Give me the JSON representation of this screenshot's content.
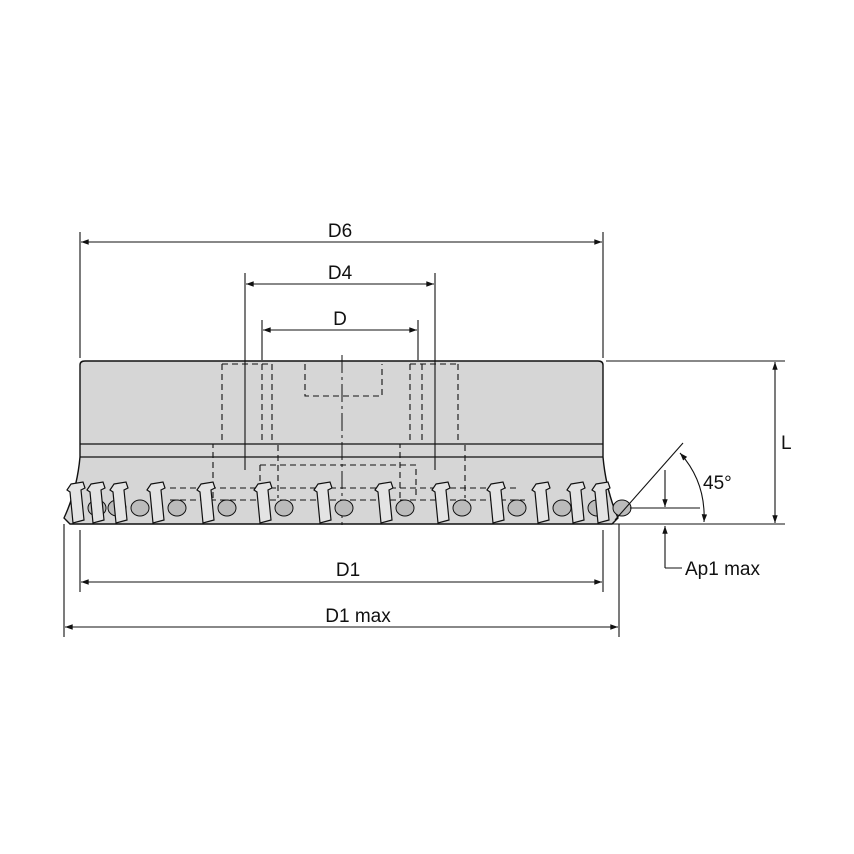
{
  "dimensions": {
    "d6": "D6",
    "d4": "D4",
    "d": "D",
    "l": "L",
    "angle": "45°",
    "ap1_max": "Ap1 max",
    "d1": "D1",
    "d1_max": "D1 max"
  },
  "colors": {
    "body_fill": "#d6d6d6",
    "line": "#111111"
  }
}
